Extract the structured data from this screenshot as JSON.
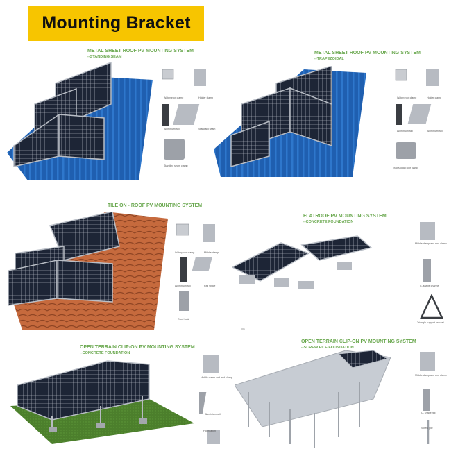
{
  "banner": {
    "title": "Mounting Bracket"
  },
  "sections": [
    {
      "title": "METAL SHEET ROOF PV MOUNTING SYSTEM",
      "subtitle": "--STANDING SEAM",
      "parts": [
        "Waterproof clamp",
        "Holder clamp",
        "Aluminium rail",
        "Standard seam",
        "Standing seam clamp"
      ]
    },
    {
      "title": "METAL SHEET ROOF PV MOUNTING SYSTEM",
      "subtitle": "--TRAPEZOIDAL",
      "parts": [
        "Waterproof clamp",
        "Holder clamp",
        "Aluminium rail",
        "Aluminium rail",
        "Trapezoidal roof clamp"
      ]
    },
    {
      "title": "TILE ON - ROOF PV MOUNTING SYSTEM",
      "subtitle": "",
      "parts": [
        "Waterproof clamp",
        "Middle clamp",
        "Aluminium rail",
        "Rail splice",
        "Roof hook"
      ]
    },
    {
      "title": "FLATROOF PV MOUNTING SYSTEM",
      "subtitle": "--CONCRETE FOUNDATION",
      "parts": [
        "Middle clamp and end clamp",
        "C- shape channel",
        "Triangle support bracket"
      ]
    },
    {
      "title": "OPEN TERRAIN CLIP-ON PV MOUNTING SYSTEM",
      "subtitle": "--CONCRETE FOUNDATION",
      "parts": [
        "Middle clamp and end clamp",
        "Aluminium rail",
        "Foundation"
      ]
    },
    {
      "title": "OPEN TERRAIN CLIP-ON PV MOUNTING SYSTEM",
      "subtitle": "--SCREW PILE FOUNDATION",
      "parts": [
        "Middle clamp and end clamp",
        "C- shape rail",
        "Screw pile"
      ]
    }
  ],
  "colors": {
    "banner": "#f7c500",
    "title_green": "#6aa84f",
    "blue_roof": "#1f5fb0",
    "tile_roof": "#c9653a",
    "grass": "#4b7d2f",
    "panel": "#1c2434"
  }
}
